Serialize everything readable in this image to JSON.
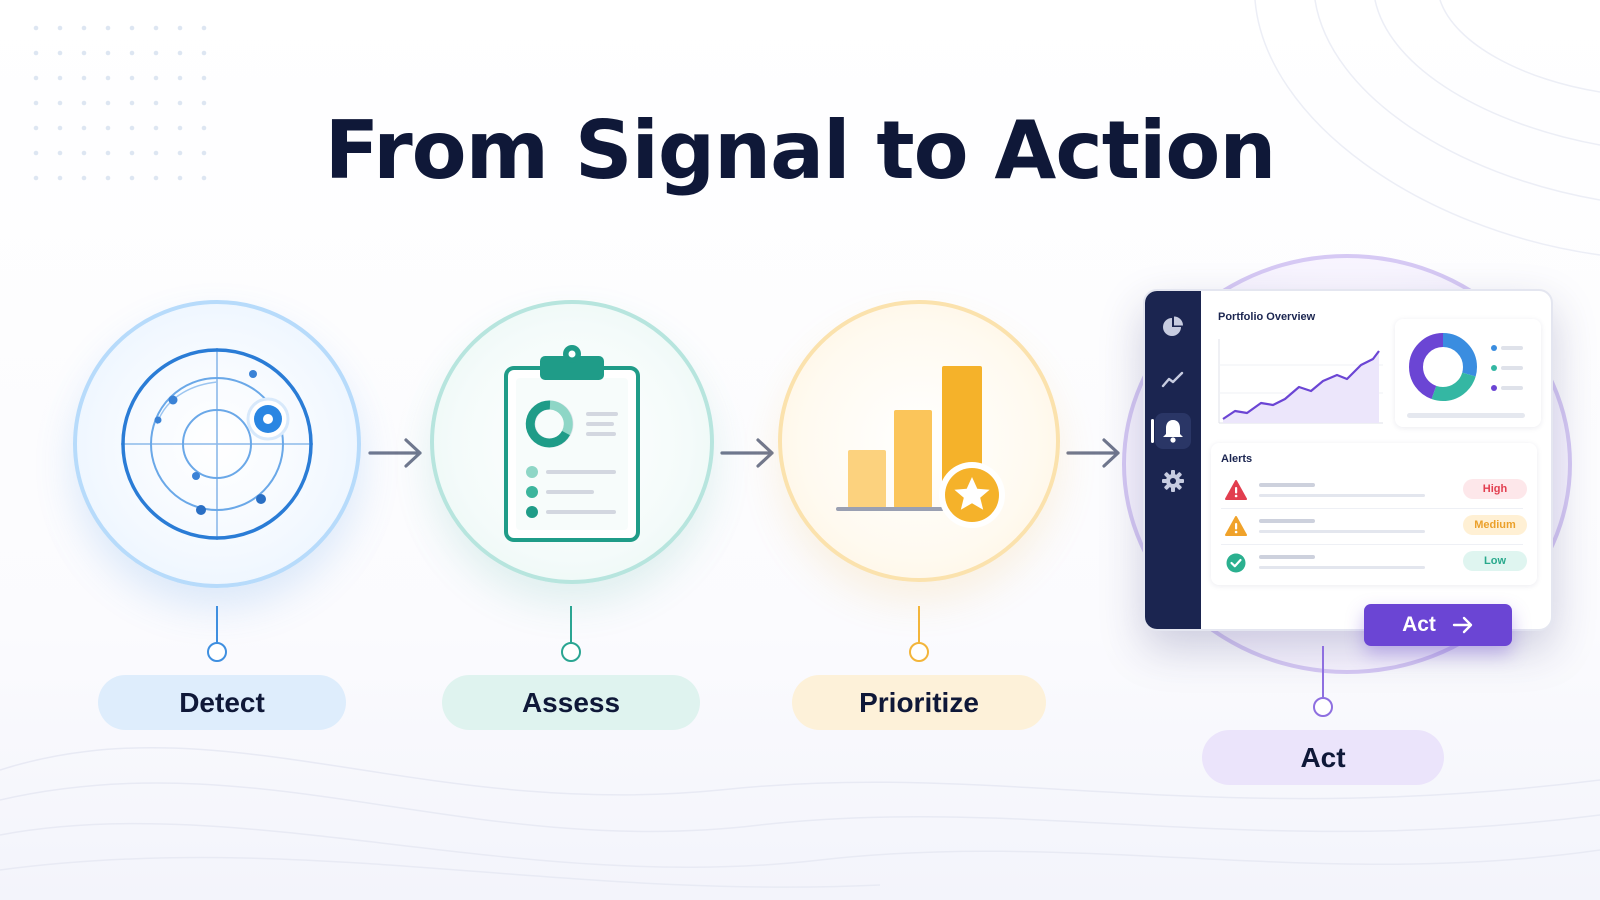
{
  "title": "From Signal to Action",
  "steps": [
    {
      "label": "Detect",
      "icon": "radar-icon",
      "color": "#2f86e0"
    },
    {
      "label": "Assess",
      "icon": "clipboard-icon",
      "color": "#1f9c88"
    },
    {
      "label": "Prioritize",
      "icon": "bar-chart-star-icon",
      "color": "#f5b62e"
    },
    {
      "label": "Act",
      "icon": "dashboard-icon",
      "color": "#6b45d4"
    }
  ],
  "dashboard": {
    "title": "Portfolio Overview",
    "sidebar_icons": [
      "pie-chart-icon",
      "trend-line-icon",
      "bell-icon",
      "gear-icon"
    ],
    "alerts_title": "Alerts",
    "alerts": [
      {
        "level": "High",
        "icon": "warning-icon",
        "color": "#e23e4f"
      },
      {
        "level": "Medium",
        "icon": "warning-icon",
        "color": "#f0a22a"
      },
      {
        "level": "Low",
        "icon": "check-circle-icon",
        "color": "#2bb08f"
      }
    ],
    "action_label": "Act"
  },
  "colors": {
    "navy": "#0f1838",
    "sidebar": "#1b2550",
    "accent_purple": "#6b45d4",
    "accent_blue": "#2f86e0",
    "accent_teal": "#1f9c88",
    "accent_yellow": "#f5b62e"
  }
}
